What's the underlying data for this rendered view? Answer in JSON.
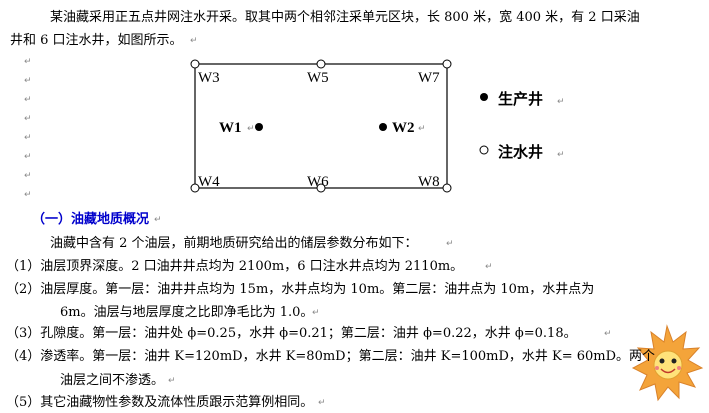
{
  "intro_line1": "某油藏采用正五点井网注水开采。取其中两个相邻注采单元区块，长 800 米，宽 400 米，有 2 口采油",
  "intro_line2": "井和 6 口注水井，如图所示。",
  "diagram": {
    "wells": {
      "w3": "W3",
      "w5": "W5",
      "w7": "W7",
      "w1": "W1",
      "w2": "W2",
      "w4": "W4",
      "w6": "W6",
      "w8": "W8"
    },
    "legend": {
      "production": "生产井",
      "injection": "注水井"
    }
  },
  "section_heading": "（一）油藏地质概况",
  "para_intro": "油藏中含有 2 个油层，前期地质研究给出的储层参数分布如下：",
  "items": {
    "i1": "（1）油层顶界深度。2 口油井井点均为 2100m，6 口注水井点均为 2110m。",
    "i2a": "（2）油层厚度。第一层：油井井点均为 15m，水井点均为 10m。第二层：油井点为 10m，水井点为",
    "i2b": "6m。油层与地层厚度之比即净毛比为 1.0。",
    "i3": "（3）孔隙度。第一层：油井处 ϕ=0.25，水井 ϕ=0.21；第二层：油井 ϕ=0.22，水井 ϕ=0.18。",
    "i4a": "（4）渗透率。第一层：油井 K=120mD，水井 K=80mD；第二层：油井 K=100mD，水井 K= 60mD。两个",
    "i4b": "油层之间不渗透。",
    "i5": "（5）其它油藏物性参数及流体性质跟示范算例相同。"
  },
  "para_mark": "↵",
  "colors": {
    "heading": "#0000cc",
    "sun_body": "#f4a43a",
    "sun_face": "#ffe27a"
  },
  "icons": [
    "paragraph-mark-icon",
    "sun-emoticon-icon"
  ]
}
